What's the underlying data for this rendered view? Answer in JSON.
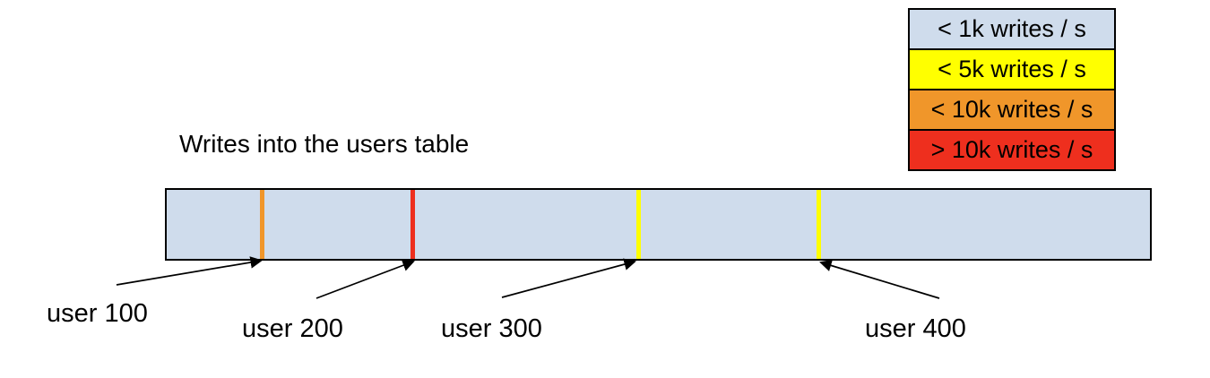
{
  "title": "Writes into the users table",
  "legend": {
    "items": [
      {
        "label": "< 1k writes / s",
        "color": "#cfdcec"
      },
      {
        "label": "< 5k writes / s",
        "color": "#ffff00"
      },
      {
        "label": "< 10k writes / s",
        "color": "#f0962a"
      },
      {
        "label": "> 10k writes / s",
        "color": "#ee2f1e"
      }
    ]
  },
  "diagram": {
    "bar_fill": "#cfdcec",
    "bar_border": "#000000",
    "markers": [
      {
        "label": "user 100",
        "band": "< 10k writes / s",
        "color": "#f0962a"
      },
      {
        "label": "user 200",
        "band": "> 10k writes / s",
        "color": "#ee2f1e"
      },
      {
        "label": "user 300",
        "band": "< 5k writes / s",
        "color": "#ffff00"
      },
      {
        "label": "user 400",
        "band": "< 5k writes / s",
        "color": "#ffff00"
      }
    ]
  }
}
